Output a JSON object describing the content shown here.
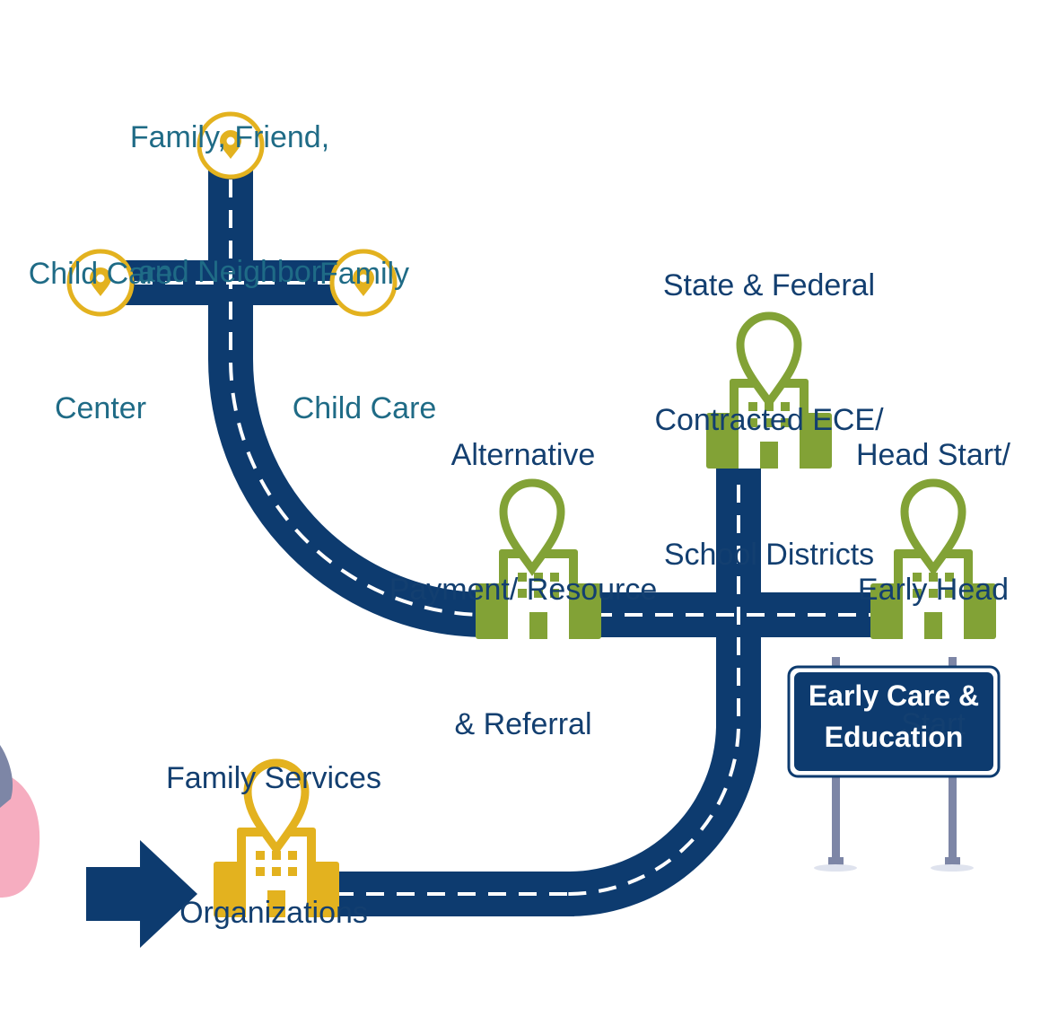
{
  "locations": {
    "ffn": [
      "Family, Friend,",
      "and Neighbor"
    ],
    "child_care_center": [
      "Child Care",
      "Center"
    ],
    "family_child_care": [
      "Family",
      "Child Care"
    ],
    "state_federal": [
      "State & Federal",
      "Contracted ECE/",
      "School Districts"
    ],
    "alternative_payment": [
      "Alternative",
      "Payment/ Resource",
      "& Referral"
    ],
    "head_start": [
      "Head Start/",
      "Early Head",
      "Start"
    ],
    "family_services": [
      "Family Services",
      "Organizations"
    ]
  },
  "sign": [
    "Early Care &",
    "Education"
  ],
  "colors": {
    "road": "#0d3b6f",
    "gold": "#e3b21f",
    "green": "#82a236",
    "teal_text": "#1f6b86",
    "navy_text": "#133f70",
    "post": "#7d86a6",
    "person": "#f6adc0"
  },
  "icons": {
    "start": "arrow-right-icon",
    "pin": "map-pin-icon",
    "building": "building-icon"
  }
}
